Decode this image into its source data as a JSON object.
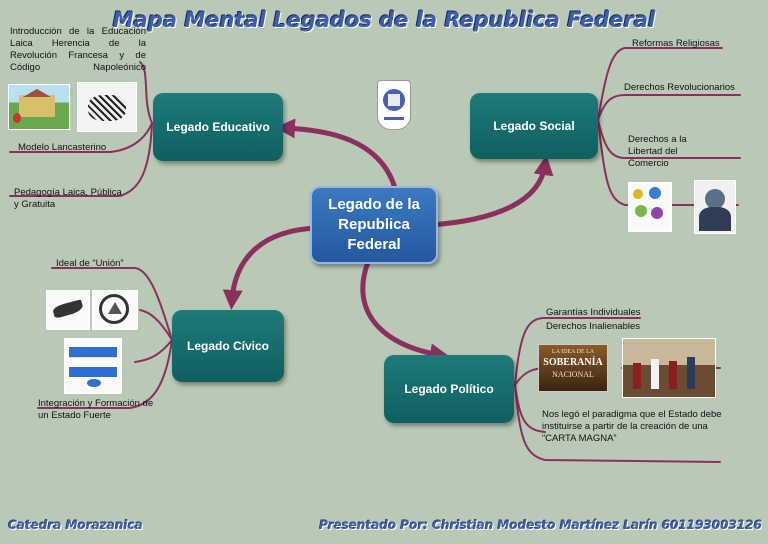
{
  "title": "Mapa Mental Legados de la Republica Federal",
  "center": "Legado de la Republica Federal",
  "nodes": {
    "educativo": "Legado Educativo",
    "social": "Legado Social",
    "civico": "Legado Cívico",
    "politico": "Legado Político"
  },
  "educativo_items": {
    "item1": "Introducción de la Educación Laica Herencia de la Revolución Francesa y de Código Napoleónico",
    "item2": "Modelo Lancasterino",
    "item3": "Pedagogía Laica, Pública y Gratuita"
  },
  "social_items": {
    "item1": "Reformas Religiosas",
    "item2": "Derechos Revolucionarios",
    "item3": "Derechos a la Libertad del Comercio"
  },
  "civico_items": {
    "item1": "Ideal de “Unión”",
    "item2": "Integración y Formación de un Estado Fuerte"
  },
  "politico_items": {
    "item1": "Garantías Individuales",
    "item2": "Derechos Inalienables",
    "item3": "Nos legó el paradigma que el Estado debe instituirse a partir de la creación de una “CARTA MAGNA”"
  },
  "book_cover": {
    "line1": "LA IDEA DE LA",
    "line2": "SOBERANÍA",
    "line3": "NACIONAL"
  },
  "footer": {
    "left": "Catedra Morazanica",
    "right": "Presentado Por: Christian Modesto Martínez Larín 601193003126"
  },
  "colors": {
    "branch": "#8b2f5e",
    "node": "#136a6b",
    "center": "#2f66ad",
    "title": "#3d5fae"
  }
}
